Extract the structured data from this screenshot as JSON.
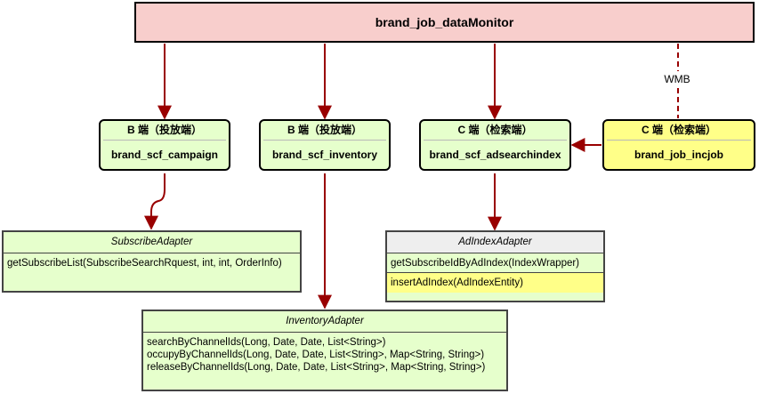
{
  "top": {
    "title": "brand_job_dataMonitor"
  },
  "services": [
    {
      "header": "B 端（投放端）",
      "name": "brand_scf_campaign"
    },
    {
      "header": "B 端（投放端）",
      "name": "brand_scf_inventory"
    },
    {
      "header": "C 端（检索端）",
      "name": "brand_scf_adsearchindex"
    },
    {
      "header": "C 端（检索端）",
      "name": "brand_job_incjob"
    }
  ],
  "edge_label": "WMB",
  "classes": {
    "subscribe": {
      "name": "SubscribeAdapter",
      "methods": [
        "getSubscribeList(SubscribeSearchRquest, int, int, OrderInfo)"
      ]
    },
    "adindex": {
      "name": "AdIndexAdapter",
      "methods": [
        "getSubscribeIdByAdIndex(IndexWrapper)",
        "insertAdIndex(AdIndexEntity)"
      ]
    },
    "inventory": {
      "name": "InventoryAdapter",
      "methods": [
        "searchByChannelIds(Long, Date, Date, List<String>)",
        "occupyByChannelIds(Long, Date, Date, List<String>, Map<String, String>)",
        "releaseByChannelIds(Long, Date, Date, List<String>, Map<String, String>)"
      ]
    }
  },
  "colors": {
    "title_fill": "#f8cecc",
    "service_fill": "#e6ffcc",
    "highlight_fill": "#ffff88",
    "arrow": "#990000"
  }
}
